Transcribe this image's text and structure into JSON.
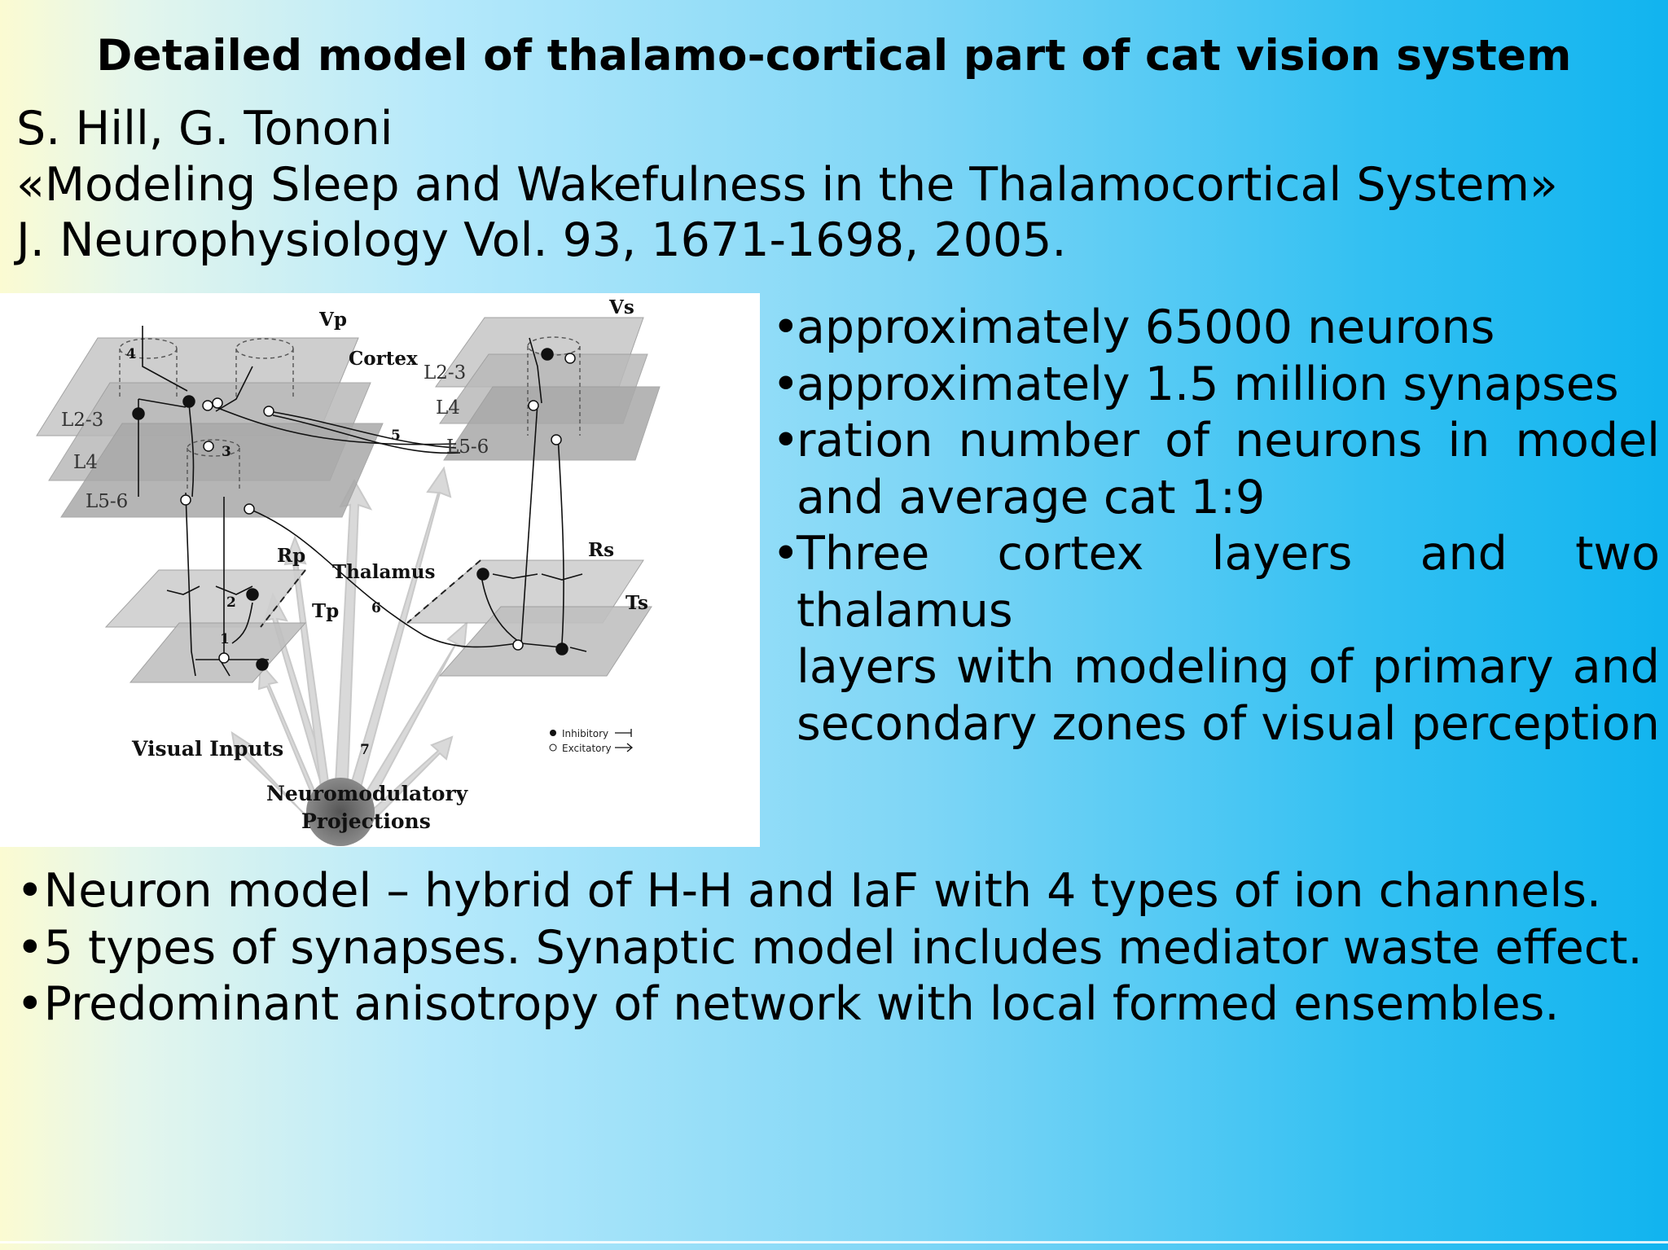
{
  "slide": {
    "title": "Detailed model of thalamo-cortical part of  cat vision system",
    "reference": {
      "authors": "S. Hill, G. Tononi",
      "paper_title": "«Modeling Sleep and Wakefulness in the Thalamocortical System»",
      "journal": "J. Neurophysiology Vol. 93, 1671-1698, 2005."
    },
    "right_bullets": [
      {
        "bullet": "•",
        "lines": [
          "approximately 65000 neurons"
        ]
      },
      {
        "bullet": "•",
        "lines": [
          "approximately 1.5 million synapses"
        ]
      },
      {
        "bullet": "•",
        "lines": [
          "ration  number  of  neurons  in  model",
          "and average cat 1:9"
        ]
      },
      {
        "bullet": "•",
        "lines": [
          "Three cortex layers  and two thalamus",
          "layers   with modeling of primary and",
          "secondary zones of visual perception"
        ]
      }
    ],
    "bottom_bullets": [
      "•Neuron model – hybrid of H-H and IaF with 4 types of ion channels.",
      "•5 types of synapses. Synaptic model includes mediator waste effect.",
      "•Predominant anisotropy of network with local formed ensembles."
    ]
  },
  "figure": {
    "labels": {
      "vp": "Vp",
      "vs": "Vs",
      "cortex": "Cortex",
      "l23_left": "L2-3",
      "l4_left": "L4",
      "l56_left": "L5-6",
      "l23_right": "L2-3",
      "l4_right": "L4",
      "l56_right": "L5-6",
      "rp": "Rp",
      "thalamus": "Thalamus",
      "rs": "Rs",
      "tp": "Tp",
      "ts": "Ts",
      "visual_inputs": "Visual Inputs",
      "neuromodulatory": "Neuromodulatory",
      "projections": "Projections",
      "n1": "1",
      "n2": "2",
      "n3": "3",
      "n4": "4",
      "n5": "5",
      "n6": "6",
      "n7": "7"
    },
    "legend": {
      "inhibitory": "Inhibitory",
      "excitatory": "Excitatory"
    }
  }
}
